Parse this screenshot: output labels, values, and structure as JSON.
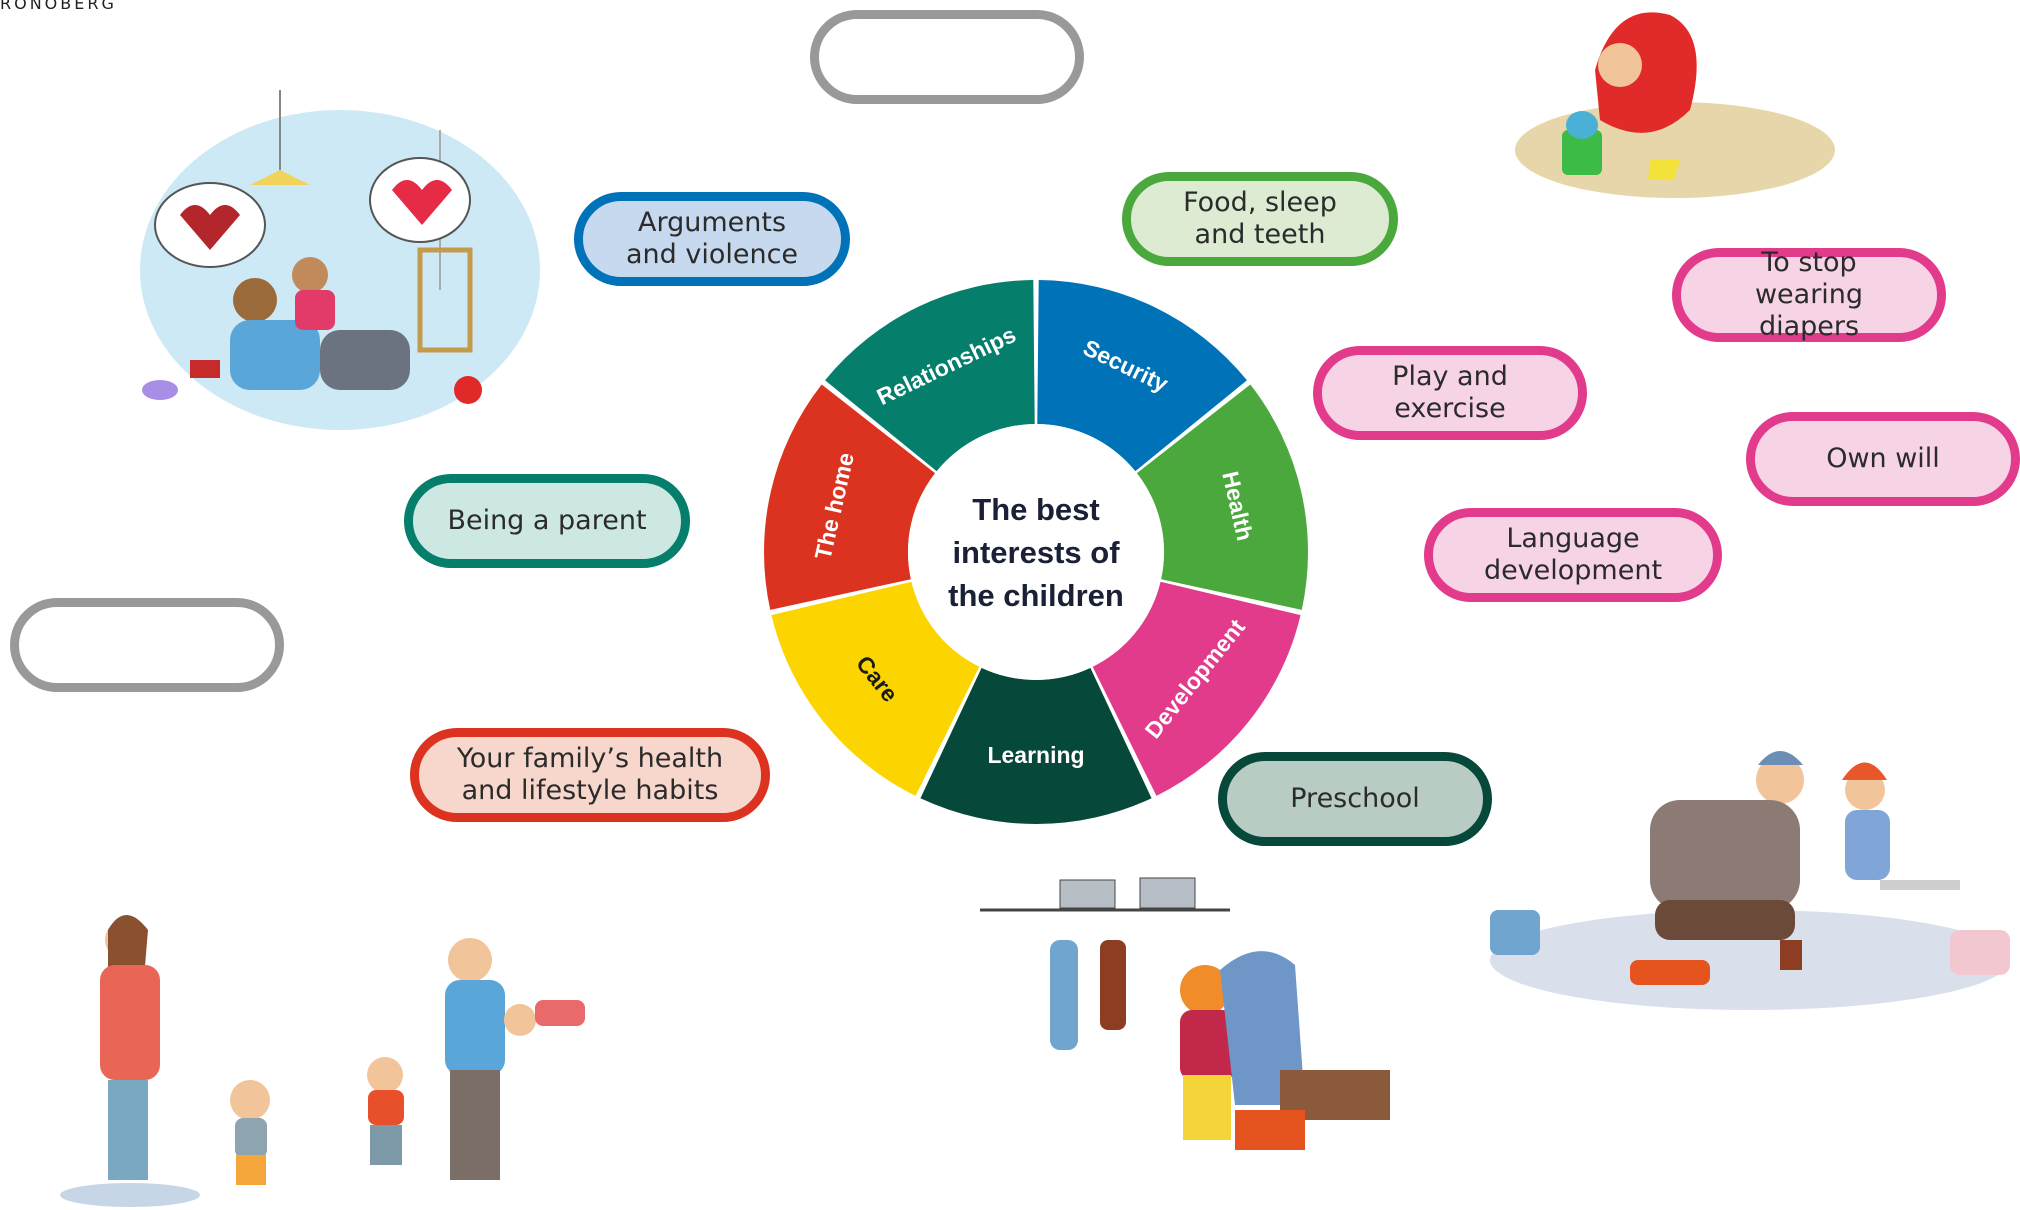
{
  "brand": "RONOBERG",
  "center": {
    "line1": "The best",
    "line2": "interests of",
    "line3": "the children"
  },
  "segments": [
    {
      "label": "Security",
      "color": "#0072b8"
    },
    {
      "label": "Health",
      "color": "#4ba83d"
    },
    {
      "label": "Development",
      "color": "#e23b8c"
    },
    {
      "label": "Learning",
      "color": "#06483a"
    },
    {
      "label": "Care",
      "color": "#fcd400"
    },
    {
      "label": "The home",
      "color": "#dc3320"
    },
    {
      "label": "Relationships",
      "color": "#057e6b"
    }
  ],
  "topics": {
    "arguments": "Arguments and violence",
    "food": "Food, sleep and teeth",
    "stop_diapers": "To stop wearing diapers",
    "play": "Play and exercise",
    "own_will": "Own will",
    "language": "Language development",
    "parent": "Being a parent",
    "family_health": "Your family’s health and lifestyle habits",
    "preschool": "Preschool"
  },
  "colors": {
    "security_fill": "#c7d9ee",
    "health_fill": "#dcebd2",
    "development_fill": "#f7d3e6",
    "relationships_fill": "#cde7e2",
    "home_fill": "#f7d6cc",
    "learning_fill": "#b8ccc4",
    "empty_border": "#999999"
  },
  "illustrations": [
    "family-playing-illustration",
    "child-in-sandbox-illustration",
    "parent-with-children-illustration",
    "preschool-hallway-illustration",
    "dressing-child-illustration"
  ]
}
